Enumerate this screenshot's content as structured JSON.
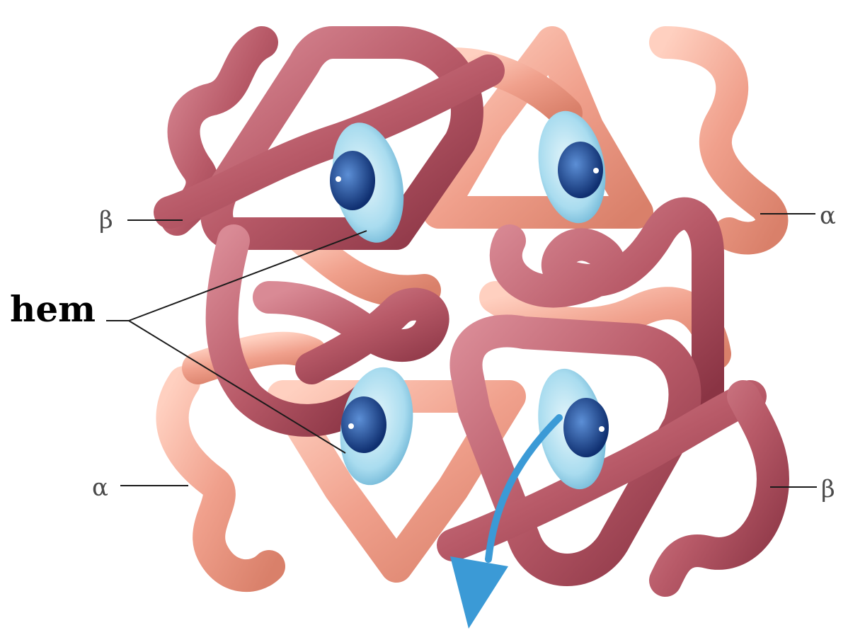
{
  "labels": {
    "hem": "hem",
    "beta_left": "β",
    "alpha_right": "α",
    "alpha_left": "α",
    "beta_right": "β"
  },
  "colors": {
    "alpha_chain": "#f0a08c",
    "beta_chain": "#b85a68",
    "heme_disc": "#a9dcef",
    "heme_core": "#1f4f9a",
    "arrow": "#3b9ad6"
  }
}
